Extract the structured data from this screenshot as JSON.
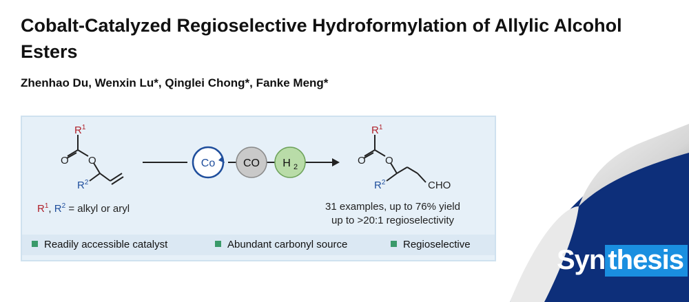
{
  "paper": {
    "title": "Cobalt-Catalyzed Regioselective Hydroformylation of Allylic Alcohol Esters",
    "authors": "Zhenhao Du, Wenxin Lu*, Qinglei Chong*, Fanke Meng*"
  },
  "scheme": {
    "r1": "R",
    "r1_sup": "1",
    "r2": "R",
    "r2_sup": "2",
    "o_label": "O",
    "eq_prefix_sep": ", ",
    "eq_text": " = alkyl or aryl",
    "catalyst": "Co",
    "gas1": "CO",
    "gas2": "H",
    "gas2_sub": "2",
    "product_group": "CHO",
    "result_line1": "31 examples, up to 76% yield",
    "result_line2": "up to >20:1 regioselectivity"
  },
  "features": [
    "Readily accessible catalyst",
    "Abundant carbonyl source",
    "Regioselective"
  ],
  "journal": {
    "logo_part1": "Syn",
    "logo_part2": "thesis"
  },
  "colors": {
    "r1": "#b0202a",
    "r2": "#1f4e9c",
    "co_ring": "#1f4e9c",
    "co_gas": "#c9c9c9",
    "h2_gas": "#b9dca8",
    "bullet": "#3a9a6a",
    "journal_blue": "#0d2f7a"
  }
}
